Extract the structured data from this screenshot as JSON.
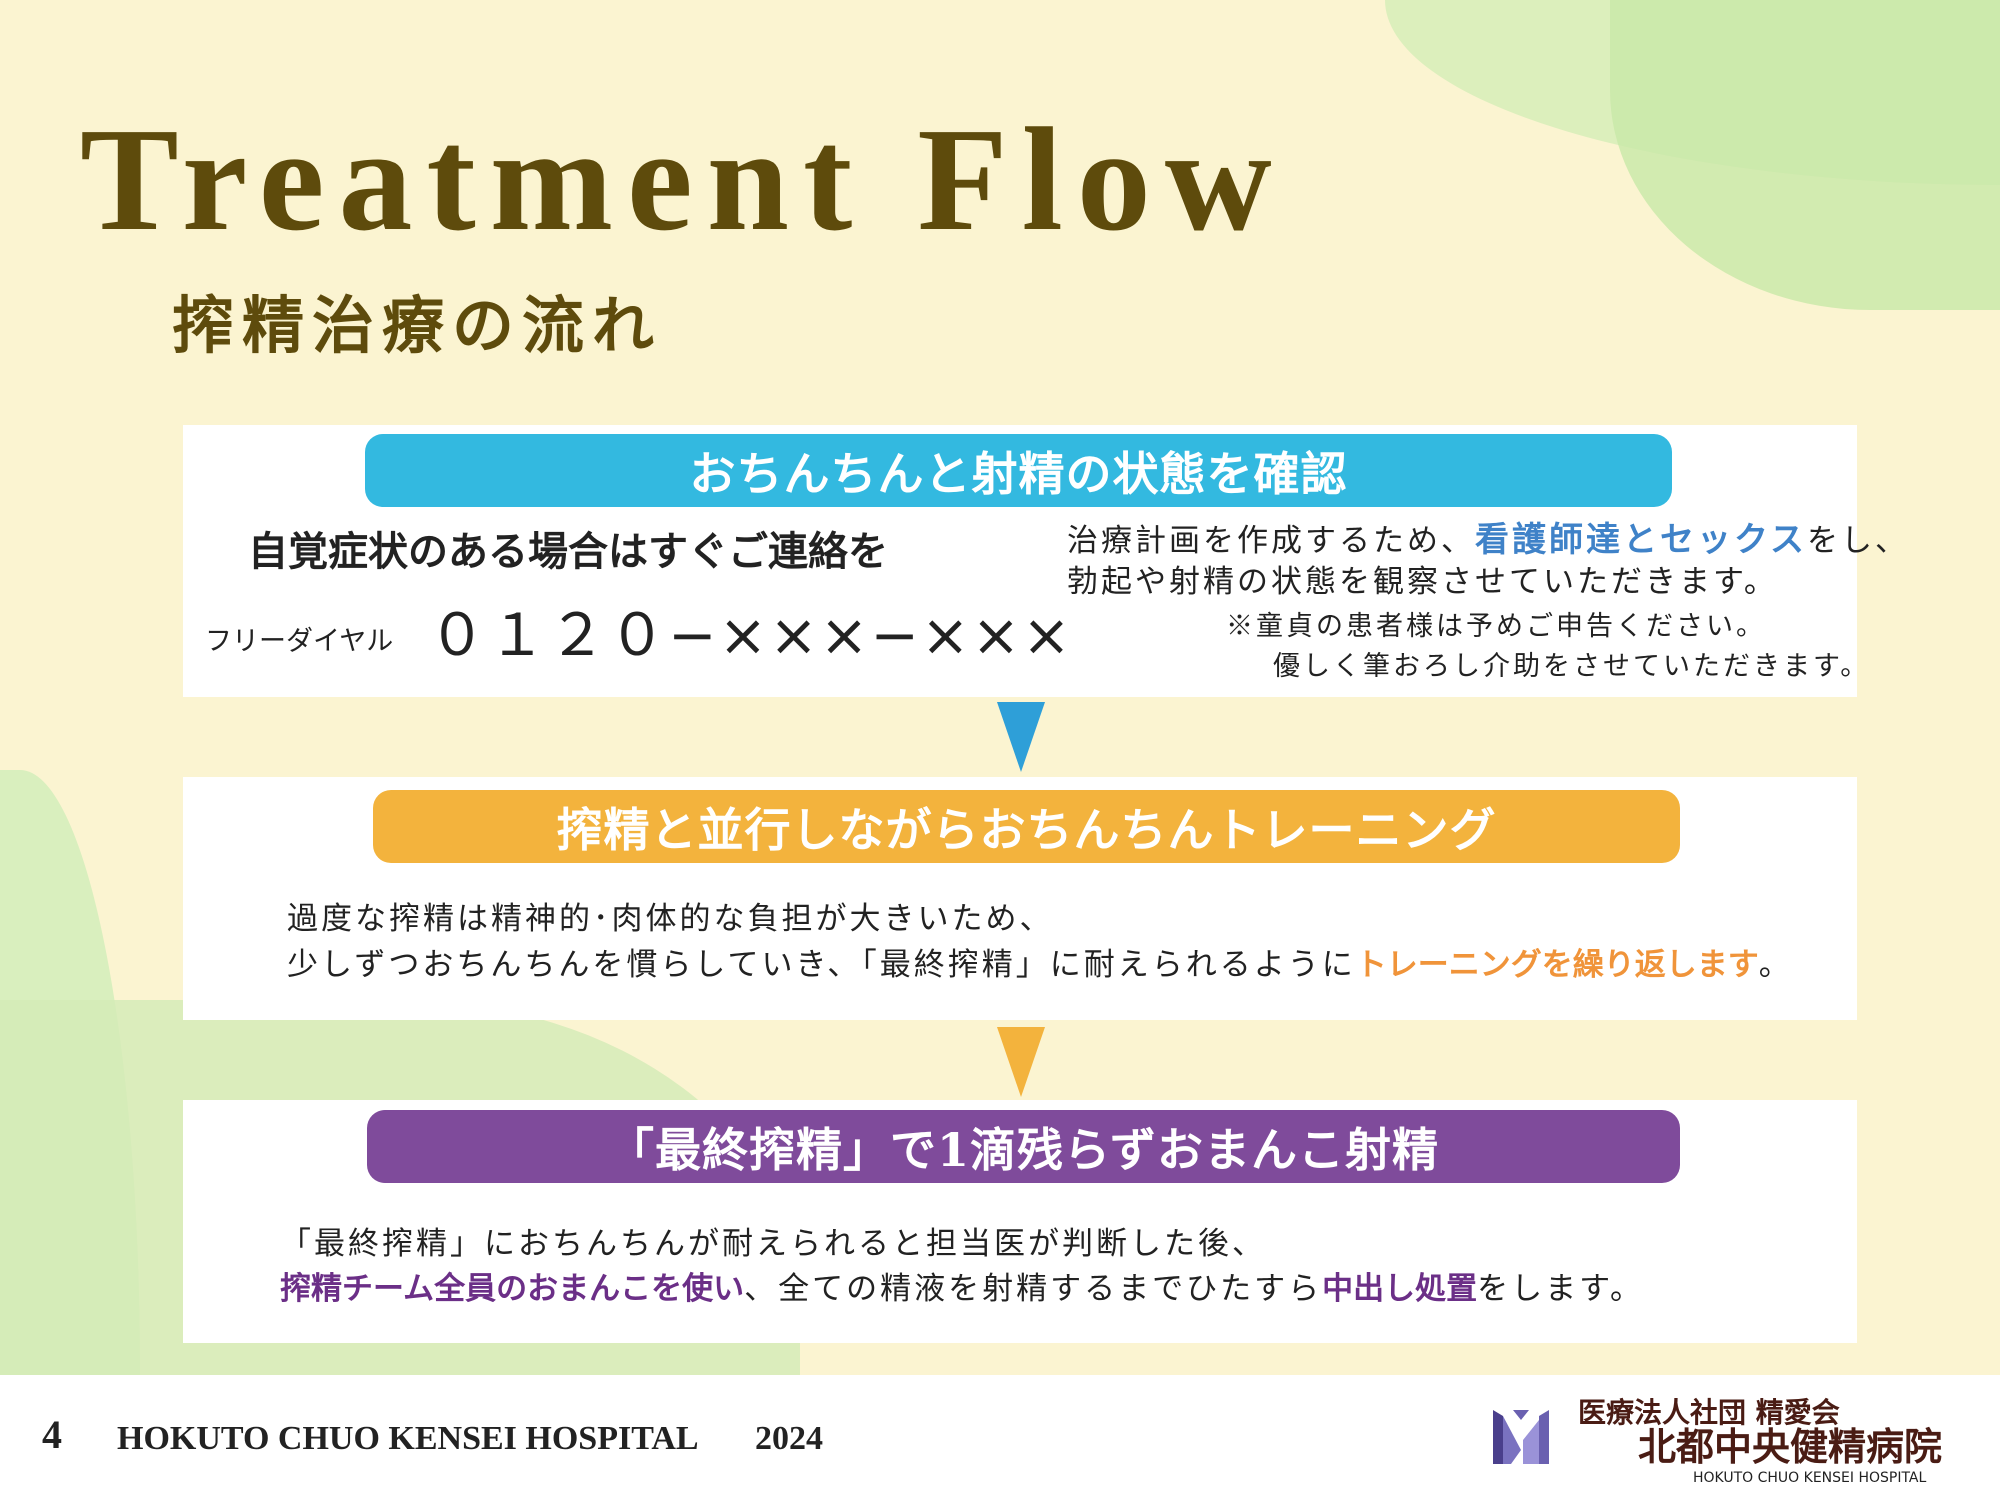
{
  "title": "Treatment Flow",
  "subtitle": "搾精治療の流れ",
  "colors": {
    "step1": "#33b9e0",
    "step2": "#f3b33d",
    "step3": "#7f4b9b",
    "title": "#5e4b0c"
  },
  "step1": {
    "header": "おちんちんと射精の状態を確認",
    "contact": "自覚症状のある場合はすぐご連絡を",
    "freedial_label": "フリーダイヤル",
    "phone": "０１２０−×××−×××",
    "desc1_a": "治療計画を作成するため、",
    "desc1_em": "看護師達とセックス",
    "desc1_b": "をし、",
    "desc2": "勃起や射精の状態を観察させていただきます。",
    "note1": "※童貞の患者様は予めご申告ください。",
    "note2": "優しく筆おろし介助をさせていただきます。"
  },
  "step2": {
    "header": "搾精と並行しながらおちんちんトレーニング",
    "line1": "過度な搾精は精神的･肉体的な負担が大きいため、",
    "line2_a": "少しずつおちんちんを慣らしていき、「最終搾精」に耐えられるように",
    "line2_em": "トレーニングを繰り返します",
    "line2_b": "。"
  },
  "step3": {
    "header": "「最終搾精」で1滴残らずおまんこ射精",
    "line1": "「最終搾精」におちんちんが耐えられると担当医が判断した後、",
    "line2_em1": "搾精チーム全員のおまんこを使い",
    "line2_a": "、全ての精液を射精するまでひたすら",
    "line2_em2": "中出し処置",
    "line2_b": "をします。"
  },
  "footer": {
    "page": "4",
    "hospital_en": "HOKUTO CHUO KENSEI HOSPITAL",
    "year": "2024",
    "org": "医療法人社団 精愛会",
    "logo_name": "北都中央健精病院",
    "logo_en": "HOKUTO CHUO KENSEI HOSPITAL"
  }
}
